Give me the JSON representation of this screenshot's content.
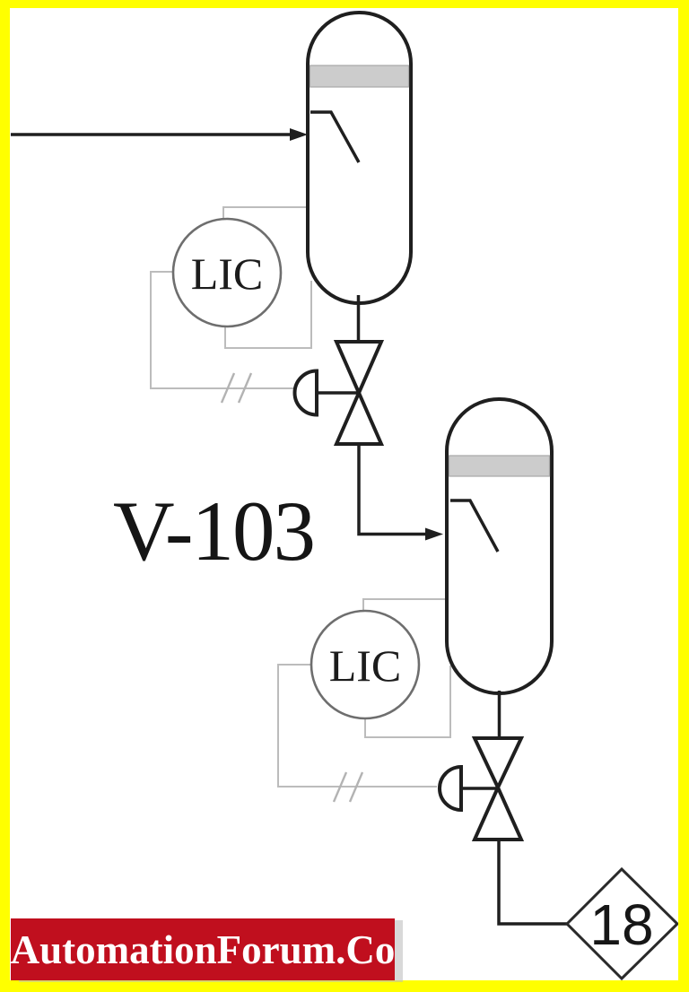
{
  "page": {
    "background": "#ffffff",
    "frame_color": "#ffff00"
  },
  "diagram": {
    "type": "piping-and-instrumentation-diagram",
    "equipment_tag": "V-103",
    "stream_number": "18",
    "vessels": [
      {
        "name": "upper-separator-vessel",
        "instrument_tag": "LIC"
      },
      {
        "name": "lower-separator-vessel",
        "instrument_tag": "LIC"
      }
    ]
  },
  "watermark": {
    "text": "AutomationForum.Co",
    "background": "#c00f1e",
    "text_color": "#ffffff"
  },
  "colors": {
    "process_line": "#1f1f1f",
    "signal_line": "#bcbcbc",
    "instrument_outline": "#6e6e6e",
    "demister_pad": "#cccccc"
  }
}
